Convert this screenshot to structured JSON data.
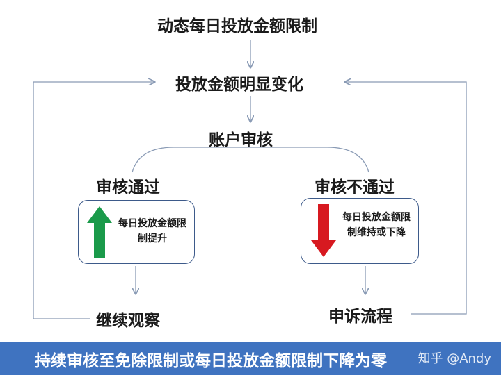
{
  "nodes": {
    "top": "动态每日投放金额限制",
    "change": "投放金额明显变化",
    "review": "账户审核",
    "pass": "审核通过",
    "fail": "审核不通过",
    "pass_box": "每日投放金额限制提升",
    "fail_box": "每日投放金额限制维持或下降",
    "observe": "继续观察",
    "appeal": "申诉流程"
  },
  "footer": "持续审核至免除限制或每日投放金额限制下降为零",
  "watermark": "知乎 @Andy",
  "colors": {
    "line": "#8a9bb5",
    "up_arrow": "#1a9a4a",
    "down_arrow": "#d71920",
    "footer_bg": "#3f73c0",
    "card_border": "#3d5a8a"
  }
}
